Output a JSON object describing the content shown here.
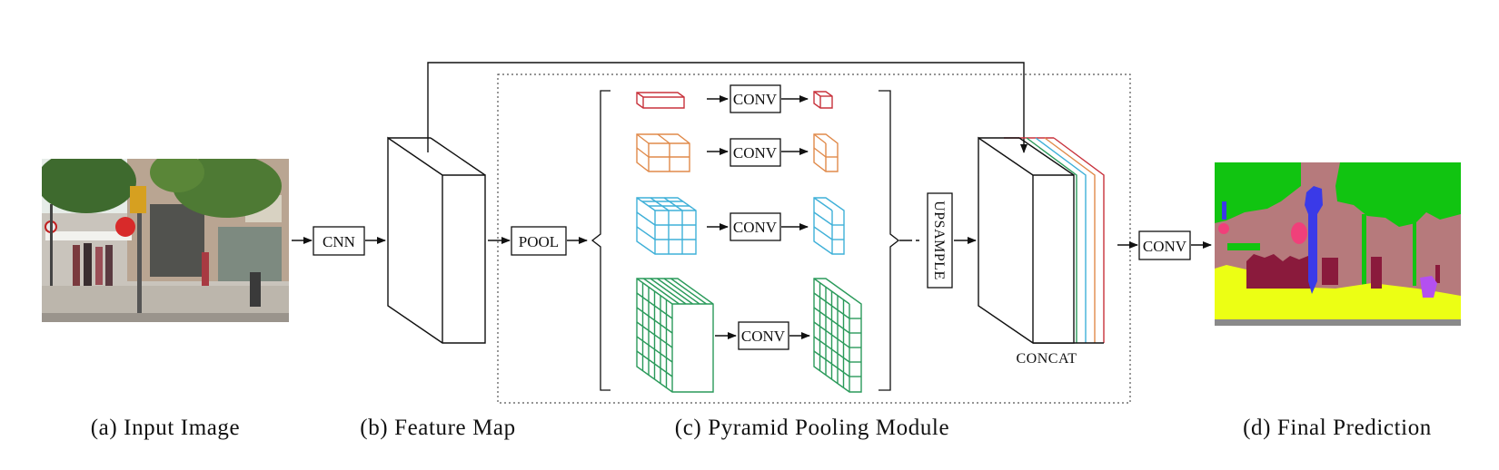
{
  "captions": {
    "input": "(a) Input Image",
    "feature": "(b) Feature Map",
    "ppm": "(c) Pyramid Pooling Module",
    "prediction": "(d) Final Prediction"
  },
  "ops": {
    "cnn": "CNN",
    "pool": "POOL",
    "conv": "CONV",
    "upsample": "UPSAMPLE",
    "concat": "CONCAT",
    "final_conv": "CONV"
  },
  "colors": {
    "level1": "#c8323c",
    "level2": "#e08a4a",
    "level3": "#3fb0d8",
    "level4": "#2a9a5a",
    "seg_tree": "#11c411",
    "seg_building": "#b67a7c",
    "seg_sidewalk": "#ecff14",
    "seg_person": "#8a1a3c",
    "seg_pole": "#3a3ae8",
    "seg_sign": "#f0407a",
    "seg_road": "#8a8a8a",
    "seg_object": "#b450f0"
  }
}
